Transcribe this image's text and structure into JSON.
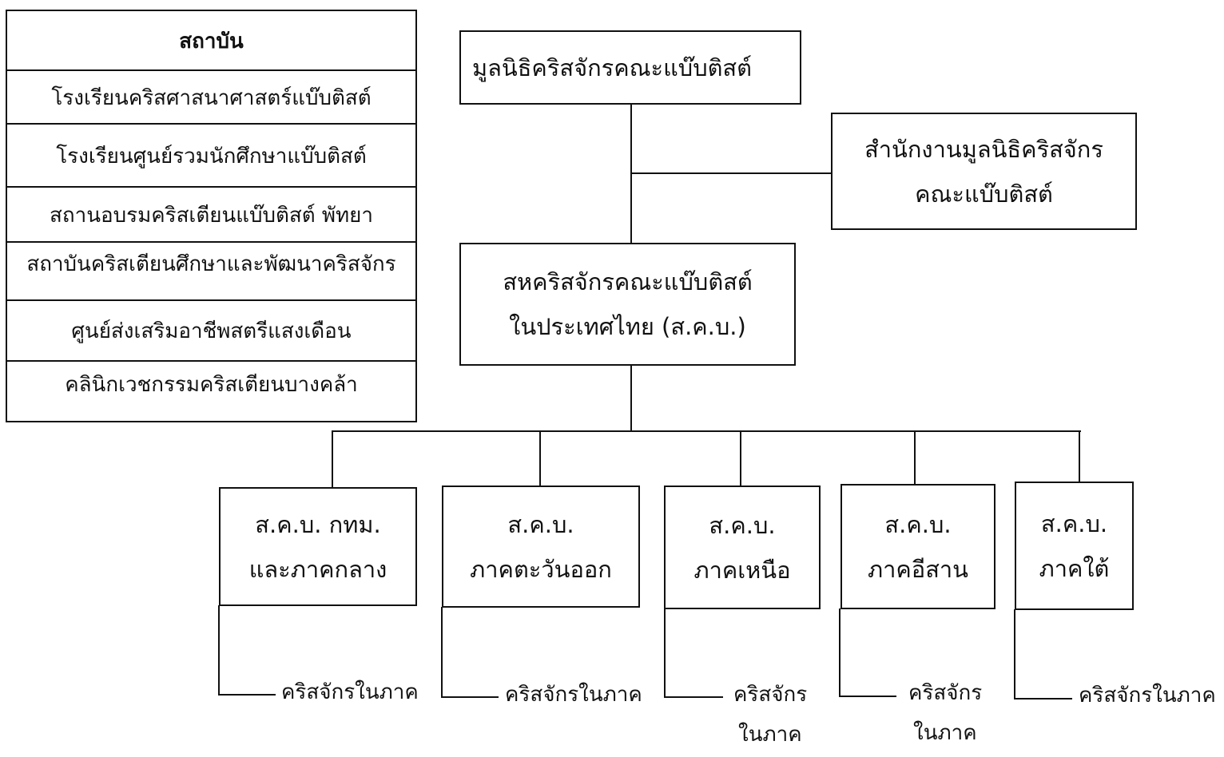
{
  "institutes": {
    "header": "สถาบัน",
    "items": [
      "โรงเรียนคริสศาสนาศาสตร์แบ๊บติสต์",
      "โรงเรียนศูนย์รวมนักศึกษาแบ๊บติสต์",
      "สถานอบรมคริสเตียนแบ๊บติสต์ พัทยา",
      "สถาบันคริสเตียนศึกษาและพัฒนาคริสจักร",
      "ศูนย์ส่งเสริมอาชีพสตรีแสงเดือน",
      "คลินิกเวชกรรมคริสเตียนบางคล้า"
    ]
  },
  "foundation": "มูลนิธิคริสจักรคณะแบ๊บติสต์",
  "foundation_office": {
    "line1": "สำนักงานมูลนิธิคริสจักร",
    "line2": "คณะแบ๊บติสต์"
  },
  "convention": {
    "line1": "สหคริสจักรคณะแบ๊บติสต์",
    "line2": "ในประเทศไทย (ส.ค.บ.)"
  },
  "regions": [
    {
      "line1": "ส.ค.บ. กทม.",
      "line2": "และภาคกลาง",
      "churches": [
        "คริสจักรในภาค"
      ]
    },
    {
      "line1": "ส.ค.บ.",
      "line2": "ภาคตะวันออก",
      "churches": [
        "คริสจักรในภาค"
      ]
    },
    {
      "line1": "ส.ค.บ.",
      "line2": "ภาคเหนือ",
      "churches": [
        "คริสจักร",
        "ในภาค"
      ]
    },
    {
      "line1": "ส.ค.บ.",
      "line2": "ภาคอีสาน",
      "churches": [
        "คริสจักร",
        "ในภาค"
      ]
    },
    {
      "line1": "ส.ค.บ.",
      "line2": "ภาคใต้",
      "churches": [
        "คริสจักรในภาค"
      ]
    }
  ]
}
